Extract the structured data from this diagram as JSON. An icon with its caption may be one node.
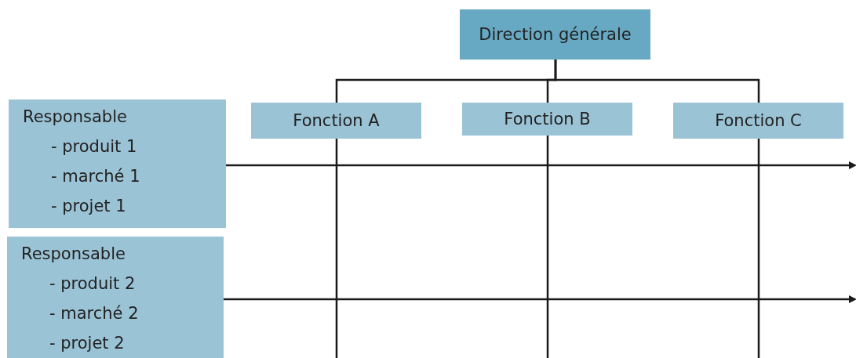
{
  "diagram": {
    "nodes": [
      {
        "text": [
          "Direction générale"
        ]
      },
      {
        "text": [
          "Fonction A"
        ]
      },
      {
        "text": [
          "Fonction B"
        ]
      },
      {
        "text": [
          "Fonction C"
        ]
      },
      {
        "text": [
          "Responsable",
          "- produit 1",
          "- marché 1",
          "- projet 1"
        ]
      },
      {
        "text": [
          "Responsable",
          "- produit 2",
          "- marché 2",
          "- projet 2"
        ]
      }
    ],
    "edges": [
      {
        "from": 0,
        "to": 1,
        "arrow": "none"
      },
      {
        "from": 0,
        "to": 2,
        "arrow": "none"
      },
      {
        "from": 0,
        "to": 3,
        "arrow": "none"
      },
      {
        "from": 1,
        "to": null,
        "arrow": "none"
      },
      {
        "from": 2,
        "to": null,
        "arrow": "none"
      },
      {
        "from": 3,
        "to": null,
        "arrow": "none"
      },
      {
        "from": 4,
        "to": null,
        "arrow": "to"
      },
      {
        "from": 5,
        "to": null,
        "arrow": "to"
      }
    ]
  }
}
